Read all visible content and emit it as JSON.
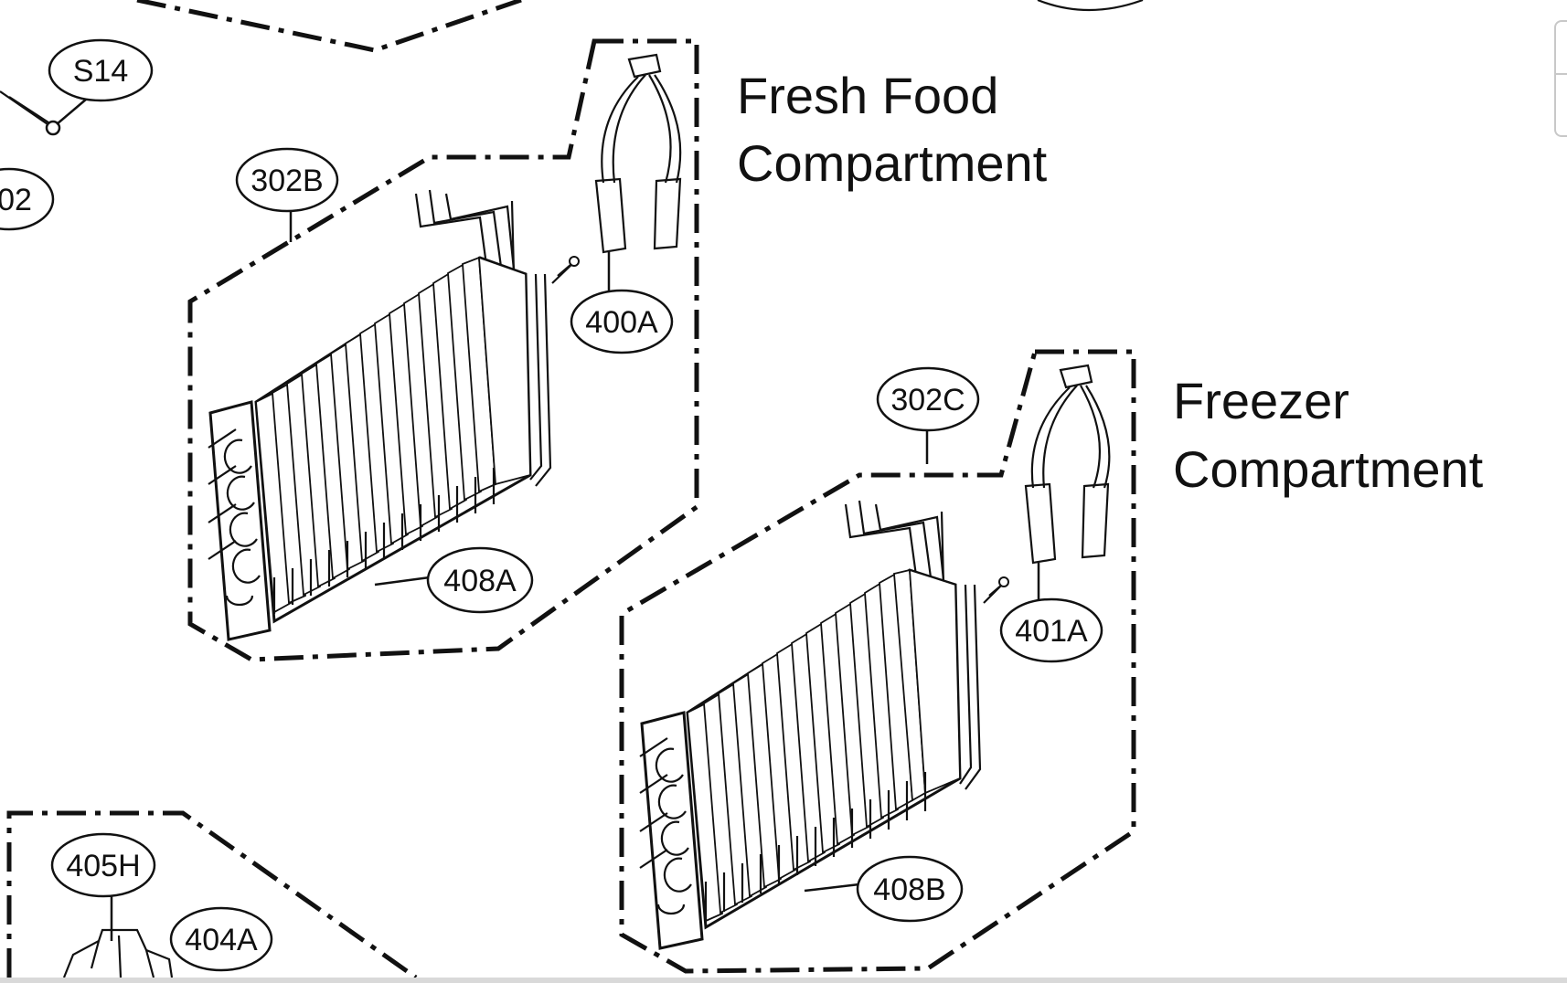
{
  "compartments": {
    "fresh_food": {
      "line1": "Fresh Food",
      "line2": "Compartment"
    },
    "freezer": {
      "line1": "Freezer",
      "line2": "Compartment"
    }
  },
  "callouts": {
    "s14": "S14",
    "part_302_partial": "02",
    "part_302b": "302B",
    "part_400a": "400A",
    "part_408a": "408A",
    "part_302c": "302C",
    "part_401a": "401A",
    "part_408b": "408B",
    "part_405h": "405H",
    "part_404a": "404A"
  },
  "colors": {
    "line": "#111111",
    "background": "#ffffff",
    "ui_border": "#c8c8c8"
  }
}
